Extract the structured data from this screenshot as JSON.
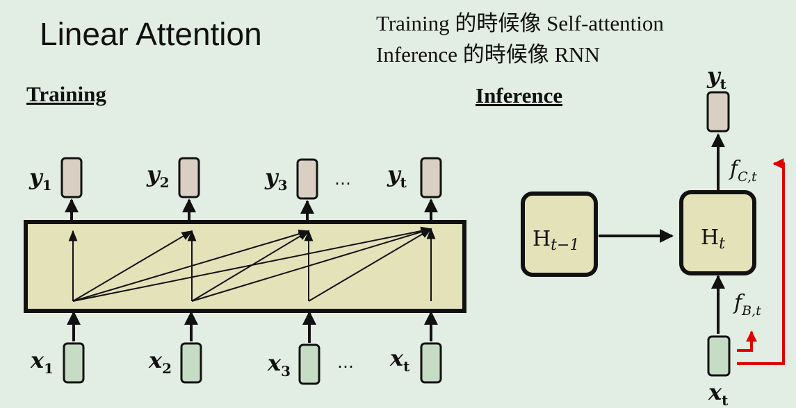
{
  "title": "Linear Attention",
  "note": {
    "line1": "Training 的時候像 Self-attention",
    "line2": "Inference 的時候像 RNN"
  },
  "training": {
    "heading": "Training",
    "outputs": [
      {
        "base": "y",
        "sub": "1"
      },
      {
        "base": "y",
        "sub": "2"
      },
      {
        "base": "y",
        "sub": "3"
      },
      {
        "base": "y",
        "sub": "t"
      }
    ],
    "inputs": [
      {
        "base": "x",
        "sub": "1"
      },
      {
        "base": "x",
        "sub": "2"
      },
      {
        "base": "x",
        "sub": "3"
      },
      {
        "base": "x",
        "sub": "t"
      }
    ],
    "ellipsis": "…"
  },
  "inference": {
    "heading": "Inference",
    "output": {
      "base": "y",
      "sub": "t"
    },
    "input": {
      "base": "x",
      "sub": "t"
    },
    "prev_state": {
      "base": "H",
      "sub": "t−1"
    },
    "state": {
      "base": "H",
      "sub": "t"
    },
    "f_c": {
      "base": "f",
      "sub": "C,t"
    },
    "f_b": {
      "base": "f",
      "sub": "B,t"
    }
  },
  "colors": {
    "background": "#e2ede3",
    "output_box": "#d9d0c3",
    "input_box": "#c6dcc5",
    "state_box": "#e4e2b9",
    "attention_block": "#e4e2b9",
    "highlight_arrow": "#e00000"
  }
}
